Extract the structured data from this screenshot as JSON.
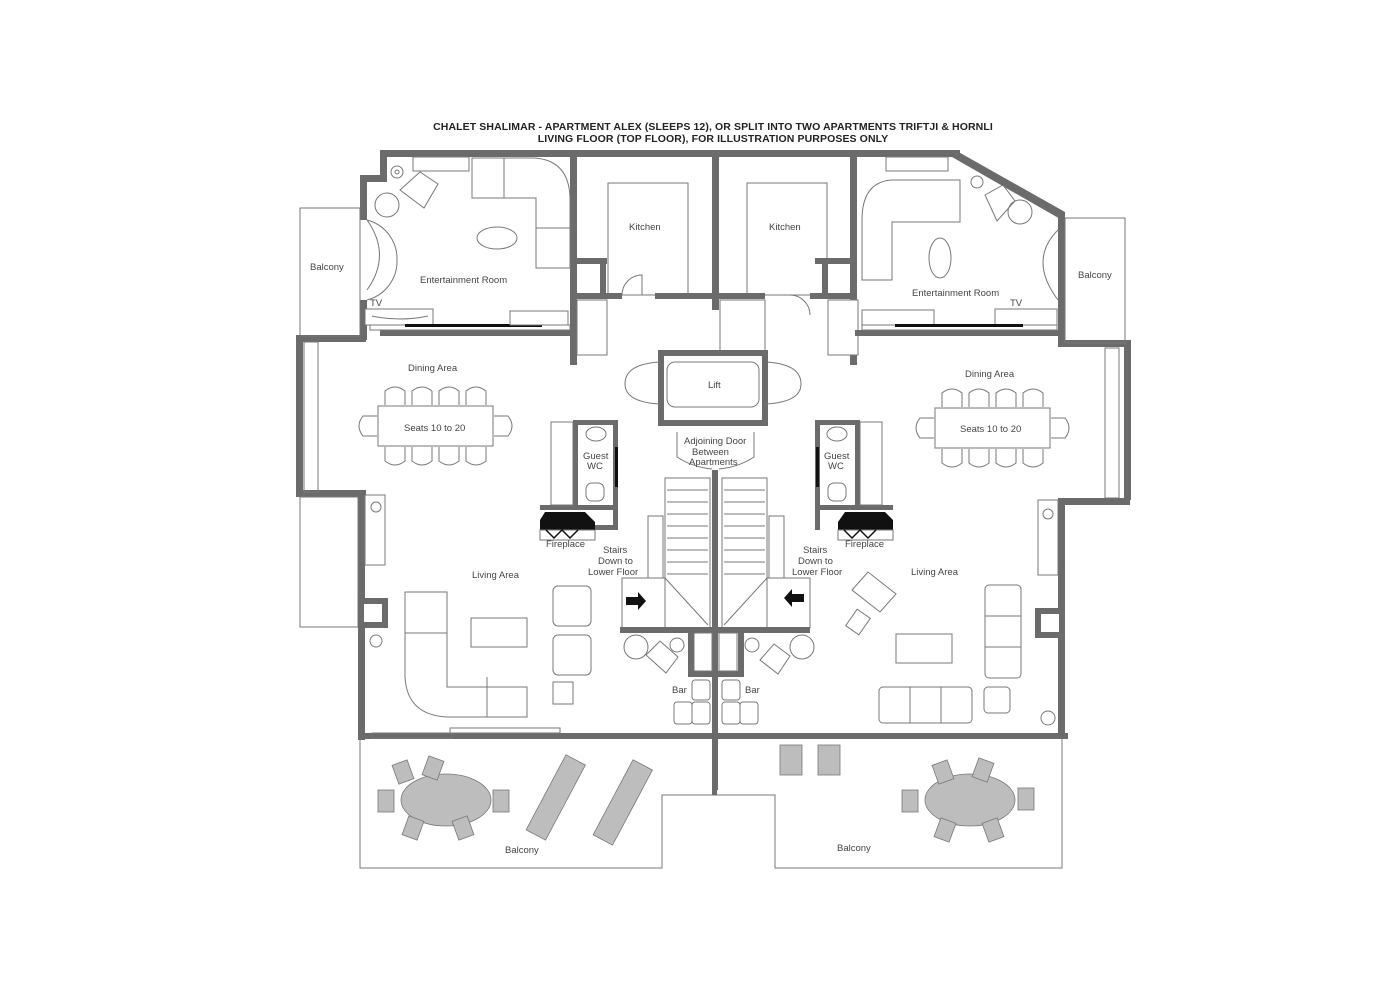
{
  "title": {
    "line1": "CHALET SHALIMAR - APARTMENT ALEX (SLEEPS 12), OR SPLIT INTO TWO APARTMENTS TRIFTJI & HORNLI",
    "line2": "LIVING FLOOR (TOP FLOOR), FOR ILLUSTRATION PURPOSES ONLY"
  },
  "left_apartment": {
    "balcony_side": "Balcony",
    "entertainment_room": "Entertainment Room",
    "tv": "TV",
    "kitchen": "Kitchen",
    "dining_area": "Dining Area",
    "dining_table": "Seats 10 to 20",
    "guest_wc_1": "Guest",
    "guest_wc_2": "WC",
    "fireplace": "Fireplace",
    "stairs_1": "Stairs",
    "stairs_2": "Down to",
    "stairs_3": "Lower Floor",
    "living_area": "Living Area",
    "bar": "Bar",
    "balcony_bottom": "Balcony"
  },
  "right_apartment": {
    "balcony_side": "Balcony",
    "entertainment_room": "Entertainment Room",
    "tv": "TV",
    "kitchen": "Kitchen",
    "dining_area": "Dining Area",
    "dining_table": "Seats 10 to 20",
    "guest_wc_1": "Guest",
    "guest_wc_2": "WC",
    "fireplace": "Fireplace",
    "stairs_1": "Stairs",
    "stairs_2": "Down to",
    "stairs_3": "Lower Floor",
    "living_area": "Living Area",
    "bar": "Bar",
    "balcony_bottom": "Balcony"
  },
  "shared": {
    "lift": "Lift",
    "adjoining_1": "Adjoining Door",
    "adjoining_2": "Between",
    "adjoining_3": "Apartments"
  },
  "colors": {
    "wall": "#6b6b6b",
    "line": "#777777",
    "text": "#444444"
  }
}
